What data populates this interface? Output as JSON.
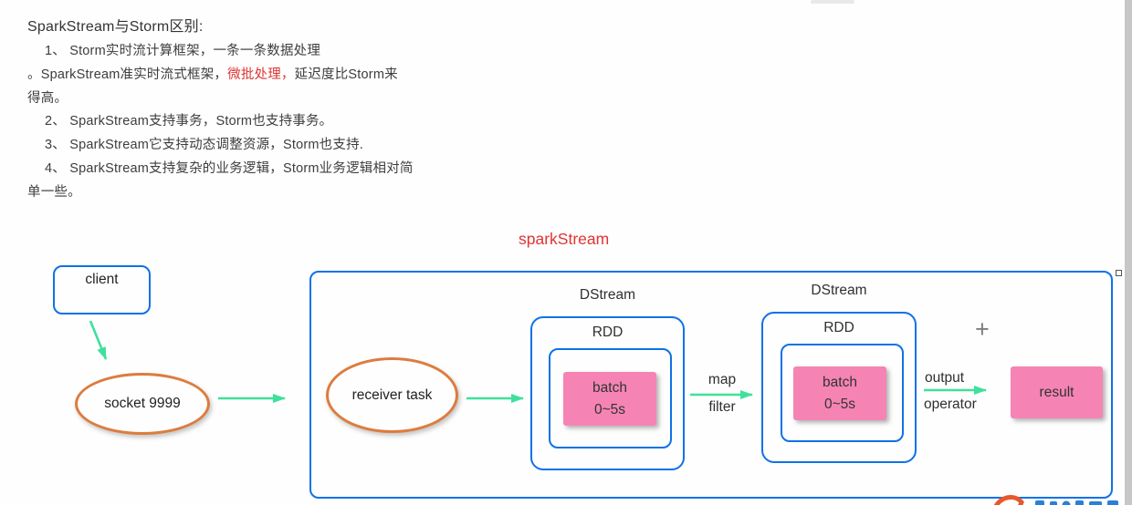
{
  "notes": {
    "title": "SparkStream与Storm区别:",
    "line1": "1、 Storm实时流计算框架，一条一条数据处理",
    "line2_prefix": "。SparkStream准实时流式框架，",
    "line2_red": "微批处理，",
    "line2_suffix": "延迟度比Storm来",
    "line3": "得高。",
    "line4": "2、 SparkStream支持事务，Storm也支持事务。",
    "line5": "3、 SparkStream它支持动态调整资源，Storm也支持.",
    "line6": "4、 SparkStream支持复杂的业务逻辑，Storm业务逻辑相对简",
    "line7": "单一些。"
  },
  "diagram": {
    "title": "sparkStream",
    "client_label": "client",
    "socket_label": "socket 9999",
    "receiver_label": "receiver task",
    "dstream1": {
      "group_label": "DStream",
      "rdd_label": "RDD",
      "batch_line1": "batch",
      "batch_line2": "0~5s"
    },
    "map_filter": {
      "top": "map",
      "bottom": "filter"
    },
    "dstream2": {
      "group_label": "DStream",
      "rdd_label": "RDD",
      "batch_line1": "batch",
      "batch_line2": "0~5s"
    },
    "plus": "+",
    "output_operator": {
      "top": "output",
      "bottom": "operator"
    },
    "result_label": "result"
  },
  "colors": {
    "box_blue": "#0e72e8",
    "ellipse_orange": "#dd7c3e",
    "arrow_green": "#40e09c",
    "batch_pink": "#f584b4",
    "highlight_red": "#e03434",
    "title_red": "#e23333",
    "text_dark": "#3d3d3d"
  }
}
